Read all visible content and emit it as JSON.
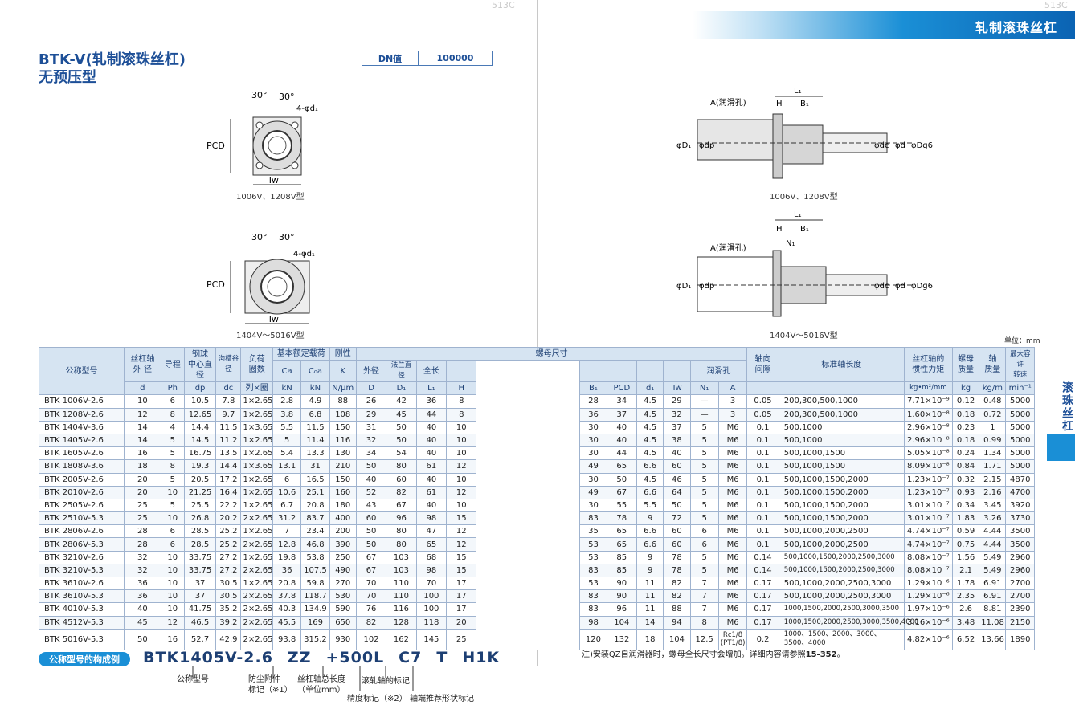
{
  "header": {
    "page_left": "513C",
    "page_right": "513C",
    "section_title": "轧制滚珠丝杠"
  },
  "title": {
    "line1": "BTK-V(轧制滚珠丝杠)",
    "line2": "无预压型"
  },
  "dn": {
    "label": "DN值",
    "value": "100000"
  },
  "diagrams": {
    "front_angle1": "30°",
    "front_angle2": "30°",
    "holes": "4-φd₁",
    "pcd": "PCD",
    "tw": "Tw",
    "caption1": "1006V、1208V型",
    "caption2": "1404V～5016V型",
    "side_l1": "L₁",
    "side_b1": "B₁",
    "side_h": "H",
    "side_n1": "N₁",
    "lube": "A(润滑孔)",
    "d1": "φD₁",
    "dp": "φdp",
    "dc": "φdc",
    "d": "φd",
    "dg6": "φDg6",
    "caption3": "1006V、1208V型",
    "caption4": "1404V～5016V型"
  },
  "unit": "单位：mm",
  "side_tab": "滚珠丝杠",
  "table": {
    "headers": {
      "model": "公称型号",
      "shaft_od": "丝杠轴\n外 径",
      "lead": "导程",
      "ball_pcd": "钢球\n中心直径",
      "root": "沟槽谷径",
      "load_turns": "负荷\n圈数",
      "rated_load": "基本额定载荷",
      "rigidity": "刚性",
      "nut_dims": "螺母尺寸",
      "od": "外径",
      "flange": "法兰直径",
      "length": "全长",
      "lube": "润滑孔",
      "gap": "轴向\n间隙",
      "std_len": "标准轴长度",
      "inertia": "丝杠轴的\n惯性力矩",
      "nut_mass": "螺母\n质量",
      "shaft_mass": "轴\n质量",
      "speed": "最大容许\n转速"
    },
    "units": [
      "d",
      "Ph",
      "dp",
      "dc",
      "列×圈",
      "Ca",
      "C₀a",
      "K",
      "D",
      "D₁",
      "L₁",
      "H",
      "B₁",
      "PCD",
      "d₁",
      "Tw",
      "N₁",
      "A",
      "",
      "",
      "",
      "",
      "",
      ""
    ],
    "units2": [
      "kN",
      "kN",
      "N/μm",
      "kg•m²/mm",
      "kg",
      "kg/m",
      "min⁻¹"
    ],
    "rows": [
      [
        "BTK 1006V-2.6",
        "10",
        "6",
        "10.5",
        "7.8",
        "1×2.65",
        "2.8",
        "4.9",
        "88",
        "26",
        "42",
        "36",
        "8",
        "28",
        "34",
        "4.5",
        "29",
        "—",
        "3",
        "0.05",
        "200,300,500,1000",
        "7.71×10⁻⁹",
        "0.12",
        "0.48",
        "5000"
      ],
      [
        "BTK 1208V-2.6",
        "12",
        "8",
        "12.65",
        "9.7",
        "1×2.65",
        "3.8",
        "6.8",
        "108",
        "29",
        "45",
        "44",
        "8",
        "36",
        "37",
        "4.5",
        "32",
        "—",
        "3",
        "0.05",
        "200,300,500,1000",
        "1.60×10⁻⁸",
        "0.18",
        "0.72",
        "5000"
      ],
      [
        "BTK 1404V-3.6",
        "14",
        "4",
        "14.4",
        "11.5",
        "1×3.65",
        "5.5",
        "11.5",
        "150",
        "31",
        "50",
        "40",
        "10",
        "30",
        "40",
        "4.5",
        "37",
        "5",
        "M6",
        "0.1",
        "500,1000",
        "2.96×10⁻⁸",
        "0.23",
        "1",
        "5000"
      ],
      [
        "BTK 1405V-2.6",
        "14",
        "5",
        "14.5",
        "11.2",
        "1×2.65",
        "5",
        "11.4",
        "116",
        "32",
        "50",
        "40",
        "10",
        "30",
        "40",
        "4.5",
        "38",
        "5",
        "M6",
        "0.1",
        "500,1000",
        "2.96×10⁻⁸",
        "0.18",
        "0.99",
        "5000"
      ],
      [
        "BTK 1605V-2.6",
        "16",
        "5",
        "16.75",
        "13.5",
        "1×2.65",
        "5.4",
        "13.3",
        "130",
        "34",
        "54",
        "40",
        "10",
        "30",
        "44",
        "4.5",
        "40",
        "5",
        "M6",
        "0.1",
        "500,1000,1500",
        "5.05×10⁻⁸",
        "0.24",
        "1.34",
        "5000"
      ],
      [
        "BTK 1808V-3.6",
        "18",
        "8",
        "19.3",
        "14.4",
        "1×3.65",
        "13.1",
        "31",
        "210",
        "50",
        "80",
        "61",
        "12",
        "49",
        "65",
        "6.6",
        "60",
        "5",
        "M6",
        "0.1",
        "500,1000,1500",
        "8.09×10⁻⁸",
        "0.84",
        "1.71",
        "5000"
      ],
      [
        "BTK 2005V-2.6",
        "20",
        "5",
        "20.5",
        "17.2",
        "1×2.65",
        "6",
        "16.5",
        "150",
        "40",
        "60",
        "40",
        "10",
        "30",
        "50",
        "4.5",
        "46",
        "5",
        "M6",
        "0.1",
        "500,1000,1500,2000",
        "1.23×10⁻⁷",
        "0.32",
        "2.15",
        "4870"
      ],
      [
        "BTK 2010V-2.6",
        "20",
        "10",
        "21.25",
        "16.4",
        "1×2.65",
        "10.6",
        "25.1",
        "160",
        "52",
        "82",
        "61",
        "12",
        "49",
        "67",
        "6.6",
        "64",
        "5",
        "M6",
        "0.1",
        "500,1000,1500,2000",
        "1.23×10⁻⁷",
        "0.93",
        "2.16",
        "4700"
      ],
      [
        "BTK 2505V-2.6",
        "25",
        "5",
        "25.5",
        "22.2",
        "1×2.65",
        "6.7",
        "20.8",
        "180",
        "43",
        "67",
        "40",
        "10",
        "30",
        "55",
        "5.5",
        "50",
        "5",
        "M6",
        "0.1",
        "500,1000,1500,2000",
        "3.01×10⁻⁷",
        "0.34",
        "3.45",
        "3920"
      ],
      [
        "BTK 2510V-5.3",
        "25",
        "10",
        "26.8",
        "20.2",
        "2×2.65",
        "31.2",
        "83.7",
        "400",
        "60",
        "96",
        "98",
        "15",
        "83",
        "78",
        "9",
        "72",
        "5",
        "M6",
        "0.1",
        "500,1000,1500,2000",
        "3.01×10⁻⁷",
        "1.83",
        "3.26",
        "3730"
      ],
      [
        "BTK 2806V-2.6",
        "28",
        "6",
        "28.5",
        "25.2",
        "1×2.65",
        "7",
        "23.4",
        "200",
        "50",
        "80",
        "47",
        "12",
        "35",
        "65",
        "6.6",
        "60",
        "6",
        "M6",
        "0.1",
        "500,1000,2000,2500",
        "4.74×10⁻⁷",
        "0.59",
        "4.44",
        "3500"
      ],
      [
        "BTK 2806V-5.3",
        "28",
        "6",
        "28.5",
        "25.2",
        "2×2.65",
        "12.8",
        "46.8",
        "390",
        "50",
        "80",
        "65",
        "12",
        "53",
        "65",
        "6.6",
        "60",
        "6",
        "M6",
        "0.1",
        "500,1000,2000,2500",
        "4.74×10⁻⁷",
        "0.75",
        "4.44",
        "3500"
      ],
      [
        "BTK 3210V-2.6",
        "32",
        "10",
        "33.75",
        "27.2",
        "1×2.65",
        "19.8",
        "53.8",
        "250",
        "67",
        "103",
        "68",
        "15",
        "53",
        "85",
        "9",
        "78",
        "5",
        "M6",
        "0.14",
        "500,1000,1500,2000,2500,3000",
        "8.08×10⁻⁷",
        "1.56",
        "5.49",
        "2960"
      ],
      [
        "BTK 3210V-5.3",
        "32",
        "10",
        "33.75",
        "27.2",
        "2×2.65",
        "36",
        "107.5",
        "490",
        "67",
        "103",
        "98",
        "15",
        "83",
        "85",
        "9",
        "78",
        "5",
        "M6",
        "0.14",
        "500,1000,1500,2000,2500,3000",
        "8.08×10⁻⁷",
        "2.1",
        "5.49",
        "2960"
      ],
      [
        "BTK 3610V-2.6",
        "36",
        "10",
        "37",
        "30.5",
        "1×2.65",
        "20.8",
        "59.8",
        "270",
        "70",
        "110",
        "70",
        "17",
        "53",
        "90",
        "11",
        "82",
        "7",
        "M6",
        "0.17",
        "500,1000,2000,2500,3000",
        "1.29×10⁻⁶",
        "1.78",
        "6.91",
        "2700"
      ],
      [
        "BTK 3610V-5.3",
        "36",
        "10",
        "37",
        "30.5",
        "2×2.65",
        "37.8",
        "118.7",
        "530",
        "70",
        "110",
        "100",
        "17",
        "83",
        "90",
        "11",
        "82",
        "7",
        "M6",
        "0.17",
        "500,1000,2000,2500,3000",
        "1.29×10⁻⁶",
        "2.35",
        "6.91",
        "2700"
      ],
      [
        "BTK 4010V-5.3",
        "40",
        "10",
        "41.75",
        "35.2",
        "2×2.65",
        "40.3",
        "134.9",
        "590",
        "76",
        "116",
        "100",
        "17",
        "83",
        "96",
        "11",
        "88",
        "7",
        "M6",
        "0.17",
        "1000,1500,2000,2500,3000,3500",
        "1.97×10⁻⁶",
        "2.6",
        "8.81",
        "2390"
      ],
      [
        "BTK 4512V-5.3",
        "45",
        "12",
        "46.5",
        "39.2",
        "2×2.65",
        "45.5",
        "169",
        "650",
        "82",
        "128",
        "118",
        "20",
        "98",
        "104",
        "14",
        "94",
        "8",
        "M6",
        "0.17",
        "1000,1500,2000,2500,3000,3500,4000",
        "3.16×10⁻⁶",
        "3.48",
        "11.08",
        "2150"
      ],
      [
        "BTK 5016V-5.3",
        "50",
        "16",
        "52.7",
        "42.9",
        "2×2.65",
        "93.8",
        "315.2",
        "930",
        "102",
        "162",
        "145",
        "25",
        "120",
        "132",
        "18",
        "104",
        "12.5",
        "Rc1/8 (PT1/8)",
        "0.2",
        "1000、1500、2000、3000、3500、4000",
        "4.82×10⁻⁶",
        "6.52",
        "13.66",
        "1890"
      ]
    ]
  },
  "note": "注)安装QZ自润滑器时，螺母全长尺寸会增加。详细内容请参照",
  "note_ref": "15-352",
  "composition": {
    "tag": "公称型号的构成例",
    "parts": [
      "BTK1405V-2.6",
      "ZZ",
      "+500L",
      "C7",
      "T",
      "H1K"
    ],
    "labels": [
      "公称型号",
      "防尘附件\n标记（※1）",
      "丝杠轴总长度\n（单位mm）",
      "精度标记（※2）",
      "滚轧轴的标记",
      "轴端推荐形状标记"
    ]
  }
}
